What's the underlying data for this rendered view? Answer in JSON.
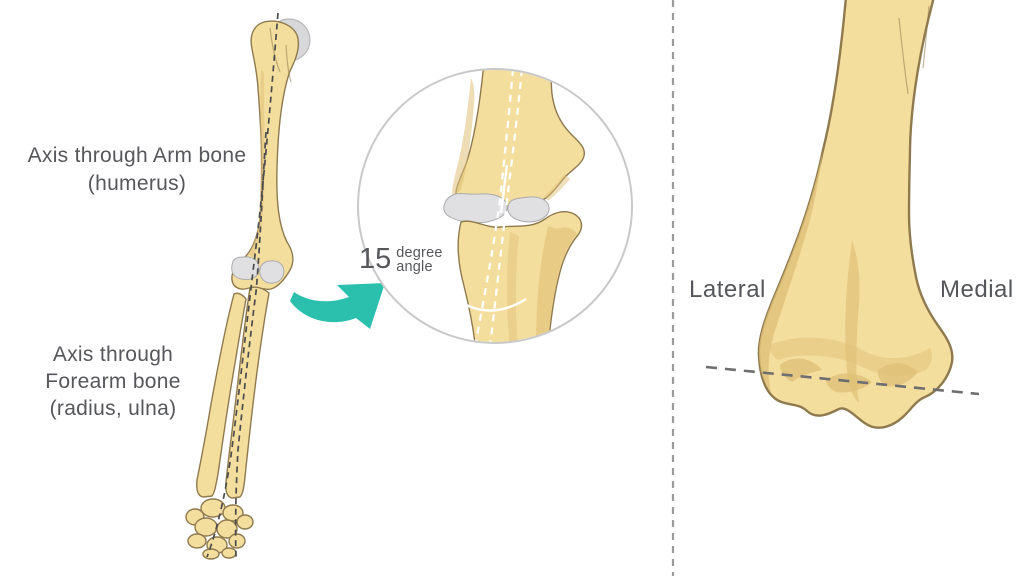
{
  "figure": {
    "left_panel": {
      "arm_axis_label_line1": "Axis through Arm bone",
      "arm_axis_label_line2": "(humerus)",
      "forearm_axis_label_line1": "Axis through",
      "forearm_axis_label_line2": "Forearm bone",
      "forearm_axis_label_line3": "(radius, ulna)",
      "angle_value": "15",
      "angle_unit_line1": "degree",
      "angle_unit_line2": "angle"
    },
    "right_panel": {
      "left_side_label": "Lateral",
      "right_side_label": "Medial"
    },
    "colors": {
      "bone_fill": "#F4DE9E",
      "bone_shadow": "#DFBF77",
      "bone_outline": "#8E7A4E",
      "cartilage_fill": "#E0E0E2",
      "cartilage_outline": "#ABABAD",
      "head_fill": "#D8D8DA",
      "accent_teal": "#2BBFAD",
      "axis_line": "#4B4B4D",
      "divider": "#9B9B9D",
      "text": "#56575A"
    }
  }
}
